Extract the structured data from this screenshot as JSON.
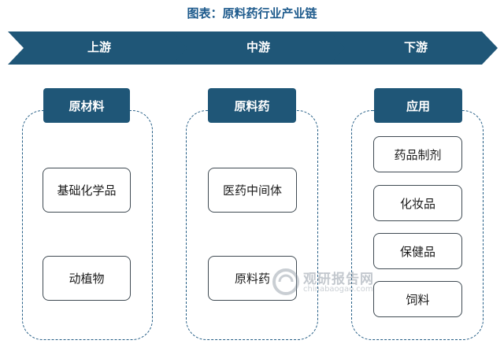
{
  "title": "图表：原料药行业产业链",
  "colors": {
    "banner": "#1f5677",
    "header": "#1f5677",
    "dashed_border": "#245d85",
    "title": "#1d5a8c"
  },
  "stages": [
    {
      "label": "上游",
      "header": "原材料",
      "items": [
        "基础化学品",
        "动植物"
      ]
    },
    {
      "label": "中游",
      "header": "原料药",
      "items": [
        "医药中间体",
        "原料药"
      ]
    },
    {
      "label": "下游",
      "header": "应用",
      "items": [
        "药品制剂",
        "化妆品",
        "保健品",
        "饲料"
      ]
    }
  ],
  "watermark": {
    "name": "观研报告网",
    "url": "chinabaogao.com"
  }
}
